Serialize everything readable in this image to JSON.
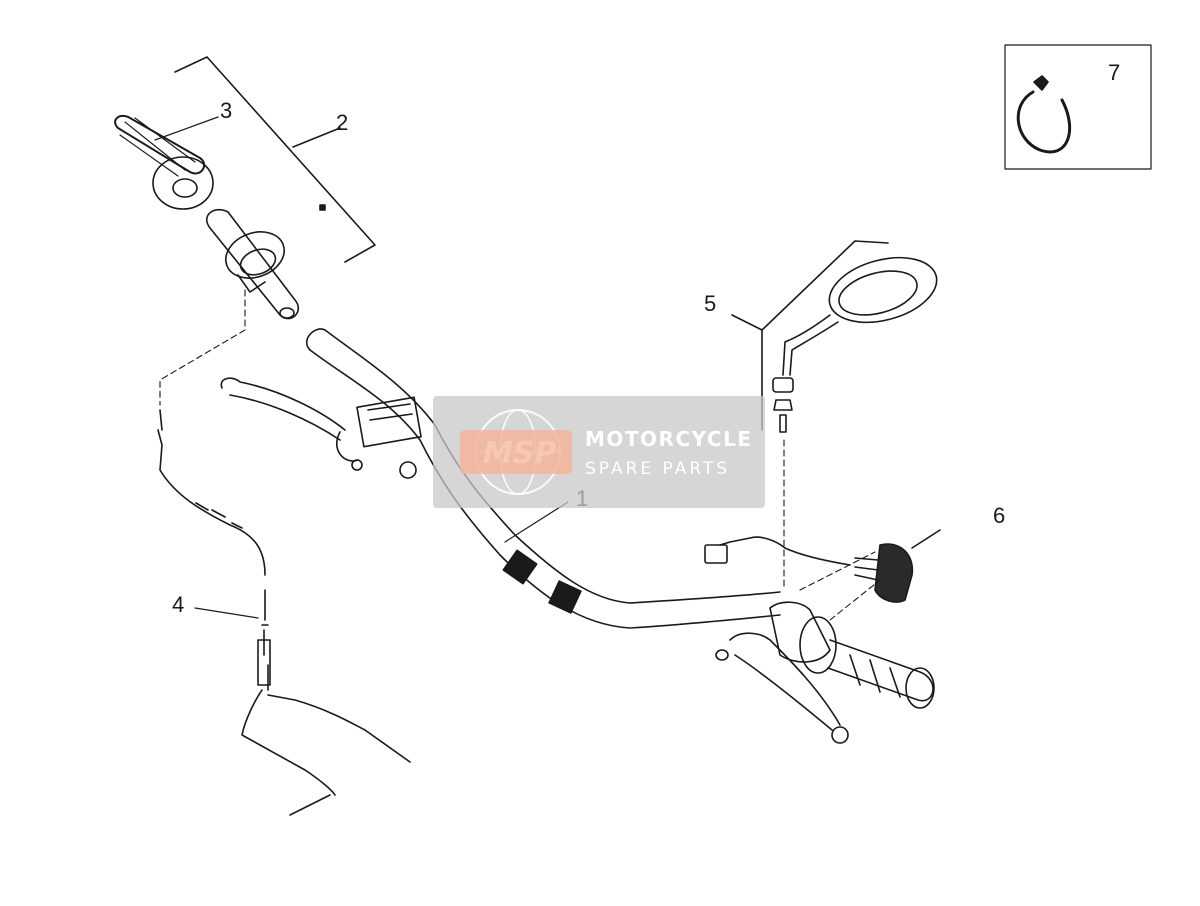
{
  "diagram": {
    "callouts": [
      {
        "id": "1",
        "label": "1"
      },
      {
        "id": "2",
        "label": "2"
      },
      {
        "id": "3",
        "label": "3"
      },
      {
        "id": "4",
        "label": "4"
      },
      {
        "id": "5",
        "label": "5"
      },
      {
        "id": "6",
        "label": "6"
      },
      {
        "id": "7",
        "label": "7"
      }
    ],
    "watermark": {
      "logo_text": "MSP",
      "brand": "MOTORCYCLE",
      "tagline": "SPARE PARTS"
    },
    "colors": {
      "line": "#1a1a1a",
      "watermark_bg": "#c8c8c8",
      "watermark_logo": "#f3b49a"
    }
  }
}
